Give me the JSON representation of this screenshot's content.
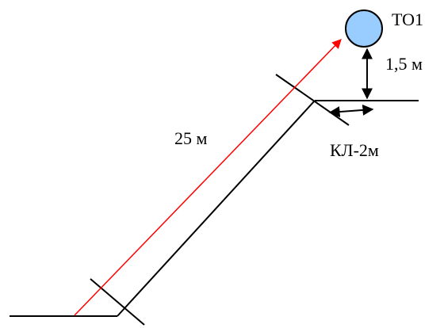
{
  "labels": {
    "target": "ТО1",
    "height": "1,5 м",
    "length": "25 м",
    "offset": "КЛ-2м"
  },
  "colors": {
    "line": "#000000",
    "sight_line": "#ff0000",
    "target_fill": "#99ccff",
    "target_stroke": "#000000",
    "background": "#ffffff"
  }
}
